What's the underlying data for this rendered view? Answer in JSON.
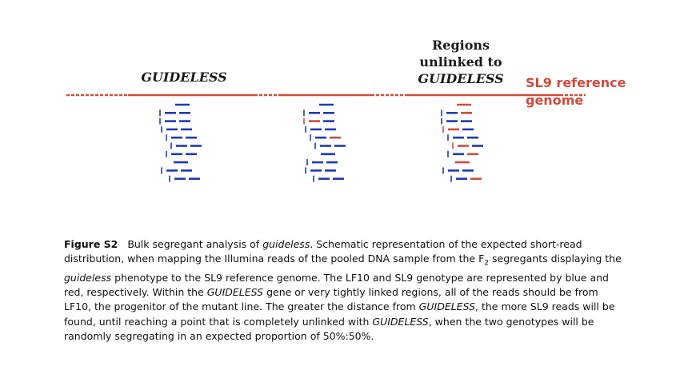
{
  "figure": {
    "labels": {
      "guideless": "GUIDELESS",
      "regions_line1": "Regions",
      "regions_line2": "unlinked to",
      "regions_line3": "GUIDELESS",
      "reference_line1": "SL9 reference",
      "reference_line2": "genome"
    },
    "colors": {
      "lf10_reads": "#1f3bb5",
      "sl9_reads": "#d24b3c",
      "reference_genome": "#d24b3c"
    },
    "read_columns": [
      {
        "location": "GUIDELESS",
        "rows": [
          [
            "blue"
          ],
          [
            "blue",
            "blue"
          ],
          [
            "blue",
            "blue"
          ],
          [
            "blue",
            "blue"
          ],
          [
            "blue",
            "blue"
          ],
          [
            "blue",
            "blue"
          ],
          [
            "blue",
            "blue"
          ],
          [
            "blue"
          ],
          [
            "blue",
            "blue"
          ],
          [
            "blue",
            "blue"
          ]
        ]
      },
      {
        "location": "linked",
        "rows": [
          [
            "blue"
          ],
          [
            "blue",
            "blue"
          ],
          [
            "red",
            "blue"
          ],
          [
            "blue",
            "blue"
          ],
          [
            "blue",
            "red"
          ],
          [
            "blue",
            "blue"
          ],
          [
            "blue"
          ],
          [
            "blue",
            "blue"
          ],
          [
            "blue",
            "blue"
          ],
          [
            "blue",
            "blue"
          ]
        ]
      },
      {
        "location": "unlinked",
        "rows": [
          [
            "red"
          ],
          [
            "blue",
            "red"
          ],
          [
            "blue",
            "blue"
          ],
          [
            "red",
            "blue"
          ],
          [
            "blue",
            "blue"
          ],
          [
            "red",
            "blue"
          ],
          [
            "blue",
            "red"
          ],
          [
            "red"
          ],
          [
            "blue",
            "blue"
          ],
          [
            "blue",
            "red"
          ]
        ]
      }
    ]
  },
  "caption": {
    "figure_label": "Figure S2",
    "segments": [
      {
        "text": "Bulk segregant analysis of ",
        "style": "normal"
      },
      {
        "text": "guideless",
        "style": "italic"
      },
      {
        "text": ". Schematic representation of the expected short-read distribution, when mapping the Illumina reads of the pooled DNA sample from the F",
        "style": "normal"
      },
      {
        "text": "2",
        "style": "sub"
      },
      {
        "text": " segregants displaying the ",
        "style": "normal"
      },
      {
        "text": "guideless",
        "style": "italic"
      },
      {
        "text": " phenotype to the SL9 reference genome. The LF10 and SL9 genotype are represented by blue and red, respectively. Within the ",
        "style": "normal"
      },
      {
        "text": "GUIDELESS",
        "style": "italic"
      },
      {
        "text": " gene or very tightly linked regions, all of the reads should be from LF10, the progenitor of the mutant line. The greater the distance from ",
        "style": "normal"
      },
      {
        "text": "GUIDELESS",
        "style": "italic"
      },
      {
        "text": ", the more SL9 reads will be found, until reaching a point that is completely unlinked with ",
        "style": "normal"
      },
      {
        "text": "GUIDELESS",
        "style": "italic"
      },
      {
        "text": ", when the two genotypes will be randomly segregating in an expected proportion of 50%:50%.",
        "style": "normal"
      }
    ]
  }
}
